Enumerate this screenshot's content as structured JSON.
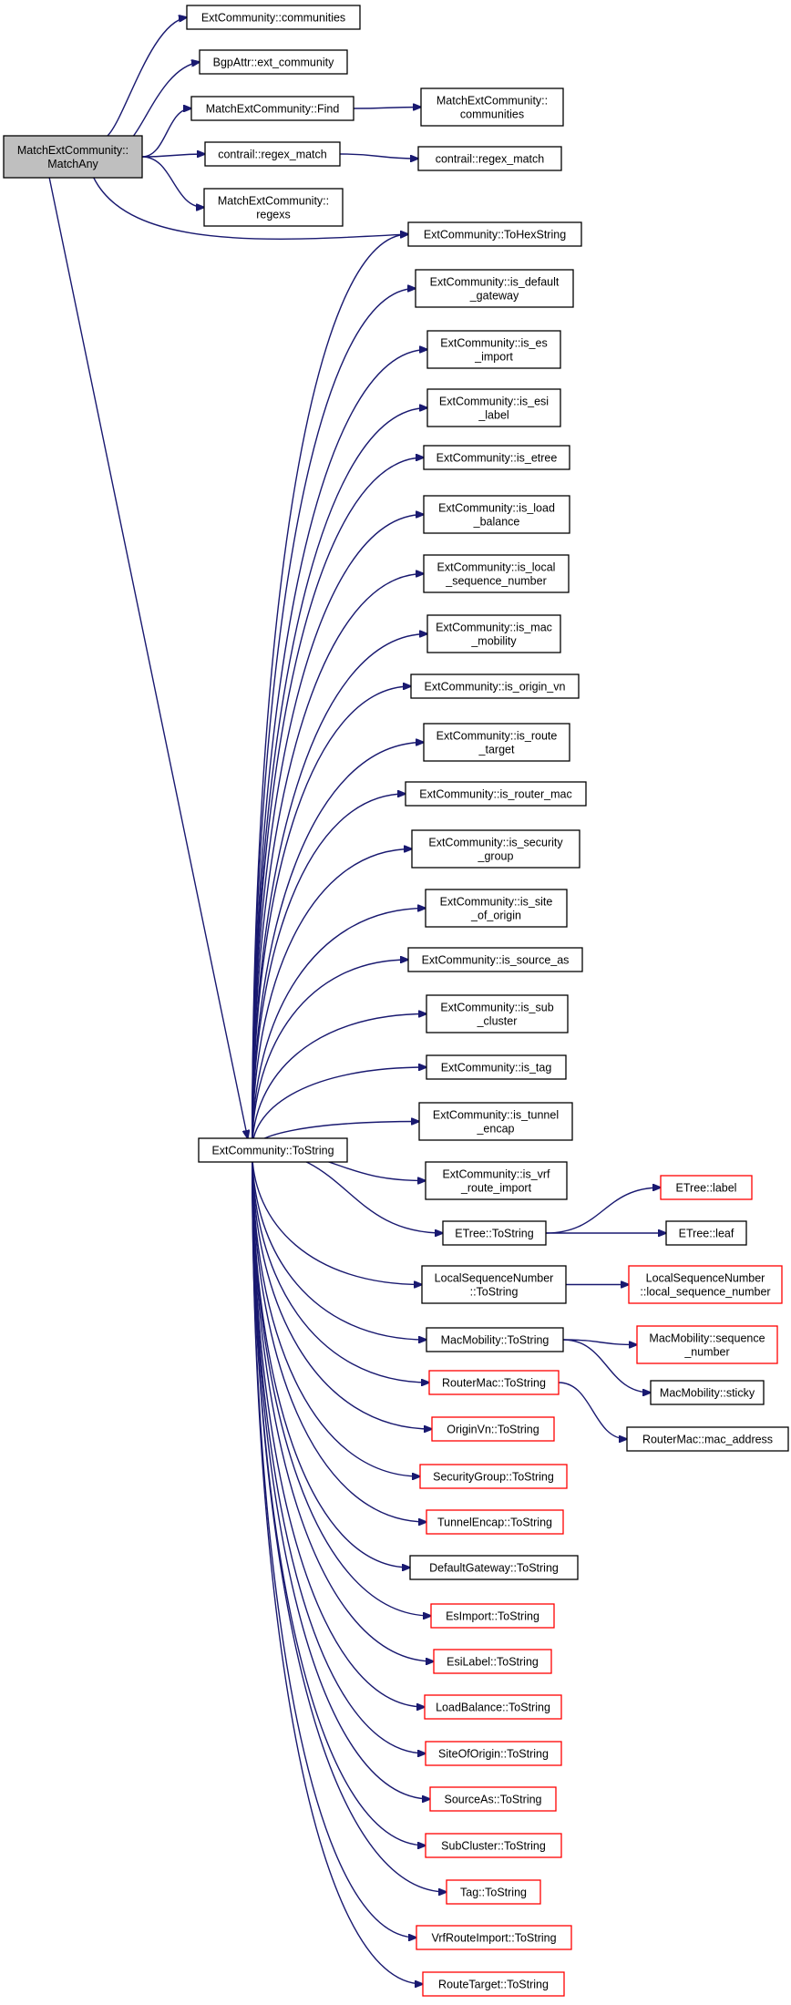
{
  "graph": {
    "nodes": {
      "root": {
        "lines": [
          "MatchExtCommunity::",
          "MatchAny"
        ],
        "style": "root"
      },
      "communities": {
        "lines": [
          "ExtCommunity::communities"
        ],
        "style": "black"
      },
      "ext_community": {
        "lines": [
          "BgpAttr::ext_community"
        ],
        "style": "black"
      },
      "find": {
        "lines": [
          "MatchExtCommunity::Find"
        ],
        "style": "black"
      },
      "mec_communities": {
        "lines": [
          "MatchExtCommunity::",
          "communities"
        ],
        "style": "black"
      },
      "regex_match_a": {
        "lines": [
          "contrail::regex_match"
        ],
        "style": "black"
      },
      "regex_match_b": {
        "lines": [
          "contrail::regex_match"
        ],
        "style": "black"
      },
      "regexs": {
        "lines": [
          "MatchExtCommunity::",
          "regexs"
        ],
        "style": "black"
      },
      "tohexstring": {
        "lines": [
          "ExtCommunity::ToHexString"
        ],
        "style": "black"
      },
      "is_default_gateway": {
        "lines": [
          "ExtCommunity::is_default",
          "_gateway"
        ],
        "style": "black"
      },
      "is_es_import": {
        "lines": [
          "ExtCommunity::is_es",
          "_import"
        ],
        "style": "black"
      },
      "is_esi_label": {
        "lines": [
          "ExtCommunity::is_esi",
          "_label"
        ],
        "style": "black"
      },
      "is_etree": {
        "lines": [
          "ExtCommunity::is_etree"
        ],
        "style": "black"
      },
      "is_load_balance": {
        "lines": [
          "ExtCommunity::is_load",
          "_balance"
        ],
        "style": "black"
      },
      "is_local_seq": {
        "lines": [
          "ExtCommunity::is_local",
          "_sequence_number"
        ],
        "style": "black"
      },
      "is_mac_mobility": {
        "lines": [
          "ExtCommunity::is_mac",
          "_mobility"
        ],
        "style": "black"
      },
      "is_origin_vn": {
        "lines": [
          "ExtCommunity::is_origin_vn"
        ],
        "style": "black"
      },
      "is_route_target": {
        "lines": [
          "ExtCommunity::is_route",
          "_target"
        ],
        "style": "black"
      },
      "is_router_mac": {
        "lines": [
          "ExtCommunity::is_router_mac"
        ],
        "style": "black"
      },
      "is_security_group": {
        "lines": [
          "ExtCommunity::is_security",
          "_group"
        ],
        "style": "black"
      },
      "is_site_of_origin": {
        "lines": [
          "ExtCommunity::is_site",
          "_of_origin"
        ],
        "style": "black"
      },
      "is_source_as": {
        "lines": [
          "ExtCommunity::is_source_as"
        ],
        "style": "black"
      },
      "is_sub_cluster": {
        "lines": [
          "ExtCommunity::is_sub",
          "_cluster"
        ],
        "style": "black"
      },
      "is_tag": {
        "lines": [
          "ExtCommunity::is_tag"
        ],
        "style": "black"
      },
      "is_tunnel_encap": {
        "lines": [
          "ExtCommunity::is_tunnel",
          "_encap"
        ],
        "style": "black"
      },
      "tostring": {
        "lines": [
          "ExtCommunity::ToString"
        ],
        "style": "black"
      },
      "is_vrf_route_import": {
        "lines": [
          "ExtCommunity::is_vrf",
          "_route_import"
        ],
        "style": "black"
      },
      "etree_tostring": {
        "lines": [
          "ETree::ToString"
        ],
        "style": "black"
      },
      "etree_label": {
        "lines": [
          "ETree::label"
        ],
        "style": "red"
      },
      "etree_leaf": {
        "lines": [
          "ETree::leaf"
        ],
        "style": "black"
      },
      "lsn_tostring": {
        "lines": [
          "LocalSequenceNumber",
          "::ToString"
        ],
        "style": "black"
      },
      "lsn_local": {
        "lines": [
          "LocalSequenceNumber",
          "::local_sequence_number"
        ],
        "style": "red"
      },
      "macmob_tostring": {
        "lines": [
          "MacMobility::ToString"
        ],
        "style": "black"
      },
      "macmob_seq": {
        "lines": [
          "MacMobility::sequence",
          "_number"
        ],
        "style": "red"
      },
      "macmob_sticky": {
        "lines": [
          "MacMobility::sticky"
        ],
        "style": "black"
      },
      "routermac_tostring": {
        "lines": [
          "RouterMac::ToString"
        ],
        "style": "red"
      },
      "routermac_addr": {
        "lines": [
          "RouterMac::mac_address"
        ],
        "style": "black"
      },
      "originvn_tostring": {
        "lines": [
          "OriginVn::ToString"
        ],
        "style": "red"
      },
      "secgroup_tostring": {
        "lines": [
          "SecurityGroup::ToString"
        ],
        "style": "red"
      },
      "tunnelencap_tostring": {
        "lines": [
          "TunnelEncap::ToString"
        ],
        "style": "red"
      },
      "defgw_tostring": {
        "lines": [
          "DefaultGateway::ToString"
        ],
        "style": "black"
      },
      "esimport_tostring": {
        "lines": [
          "EsImport::ToString"
        ],
        "style": "red"
      },
      "esilabel_tostring": {
        "lines": [
          "EsiLabel::ToString"
        ],
        "style": "red"
      },
      "loadbalance_tostring": {
        "lines": [
          "LoadBalance::ToString"
        ],
        "style": "red"
      },
      "siteoforigin_tostring": {
        "lines": [
          "SiteOfOrigin::ToString"
        ],
        "style": "red"
      },
      "sourceas_tostring": {
        "lines": [
          "SourceAs::ToString"
        ],
        "style": "red"
      },
      "subcluster_tostring": {
        "lines": [
          "SubCluster::ToString"
        ],
        "style": "red"
      },
      "tag_tostring": {
        "lines": [
          "Tag::ToString"
        ],
        "style": "red"
      },
      "vrfrouteimport_tostring": {
        "lines": [
          "VrfRouteImport::ToString"
        ],
        "style": "red"
      },
      "routetarget_tostring": {
        "lines": [
          "RouteTarget::ToString"
        ],
        "style": "red"
      }
    },
    "edges": [
      [
        "root",
        "communities"
      ],
      [
        "root",
        "ext_community"
      ],
      [
        "root",
        "find"
      ],
      [
        "root",
        "regex_match_a"
      ],
      [
        "root",
        "regexs"
      ],
      [
        "root",
        "tohexstring"
      ],
      [
        "root",
        "tostring"
      ],
      [
        "find",
        "mec_communities"
      ],
      [
        "regex_match_a",
        "regex_match_b"
      ],
      [
        "tostring",
        "tohexstring"
      ],
      [
        "tostring",
        "is_default_gateway"
      ],
      [
        "tostring",
        "is_es_import"
      ],
      [
        "tostring",
        "is_esi_label"
      ],
      [
        "tostring",
        "is_etree"
      ],
      [
        "tostring",
        "is_load_balance"
      ],
      [
        "tostring",
        "is_local_seq"
      ],
      [
        "tostring",
        "is_mac_mobility"
      ],
      [
        "tostring",
        "is_origin_vn"
      ],
      [
        "tostring",
        "is_route_target"
      ],
      [
        "tostring",
        "is_router_mac"
      ],
      [
        "tostring",
        "is_security_group"
      ],
      [
        "tostring",
        "is_site_of_origin"
      ],
      [
        "tostring",
        "is_source_as"
      ],
      [
        "tostring",
        "is_sub_cluster"
      ],
      [
        "tostring",
        "is_tag"
      ],
      [
        "tostring",
        "is_tunnel_encap"
      ],
      [
        "tostring",
        "is_vrf_route_import"
      ],
      [
        "tostring",
        "etree_tostring"
      ],
      [
        "tostring",
        "lsn_tostring"
      ],
      [
        "tostring",
        "macmob_tostring"
      ],
      [
        "tostring",
        "routermac_tostring"
      ],
      [
        "tostring",
        "originvn_tostring"
      ],
      [
        "tostring",
        "secgroup_tostring"
      ],
      [
        "tostring",
        "tunnelencap_tostring"
      ],
      [
        "tostring",
        "defgw_tostring"
      ],
      [
        "tostring",
        "esimport_tostring"
      ],
      [
        "tostring",
        "esilabel_tostring"
      ],
      [
        "tostring",
        "loadbalance_tostring"
      ],
      [
        "tostring",
        "siteoforigin_tostring"
      ],
      [
        "tostring",
        "sourceas_tostring"
      ],
      [
        "tostring",
        "subcluster_tostring"
      ],
      [
        "tostring",
        "tag_tostring"
      ],
      [
        "tostring",
        "vrfrouteimport_tostring"
      ],
      [
        "tostring",
        "routetarget_tostring"
      ],
      [
        "etree_tostring",
        "etree_label"
      ],
      [
        "etree_tostring",
        "etree_leaf"
      ],
      [
        "lsn_tostring",
        "lsn_local"
      ],
      [
        "macmob_tostring",
        "macmob_seq"
      ],
      [
        "macmob_tostring",
        "macmob_sticky"
      ],
      [
        "routermac_tostring",
        "routermac_addr"
      ]
    ],
    "colors": {
      "edge": "#191970",
      "box_border": "#000000",
      "box_border_red": "#ff0000",
      "root_fill": "#bfbfbf",
      "box_fill": "#ffffff"
    }
  }
}
